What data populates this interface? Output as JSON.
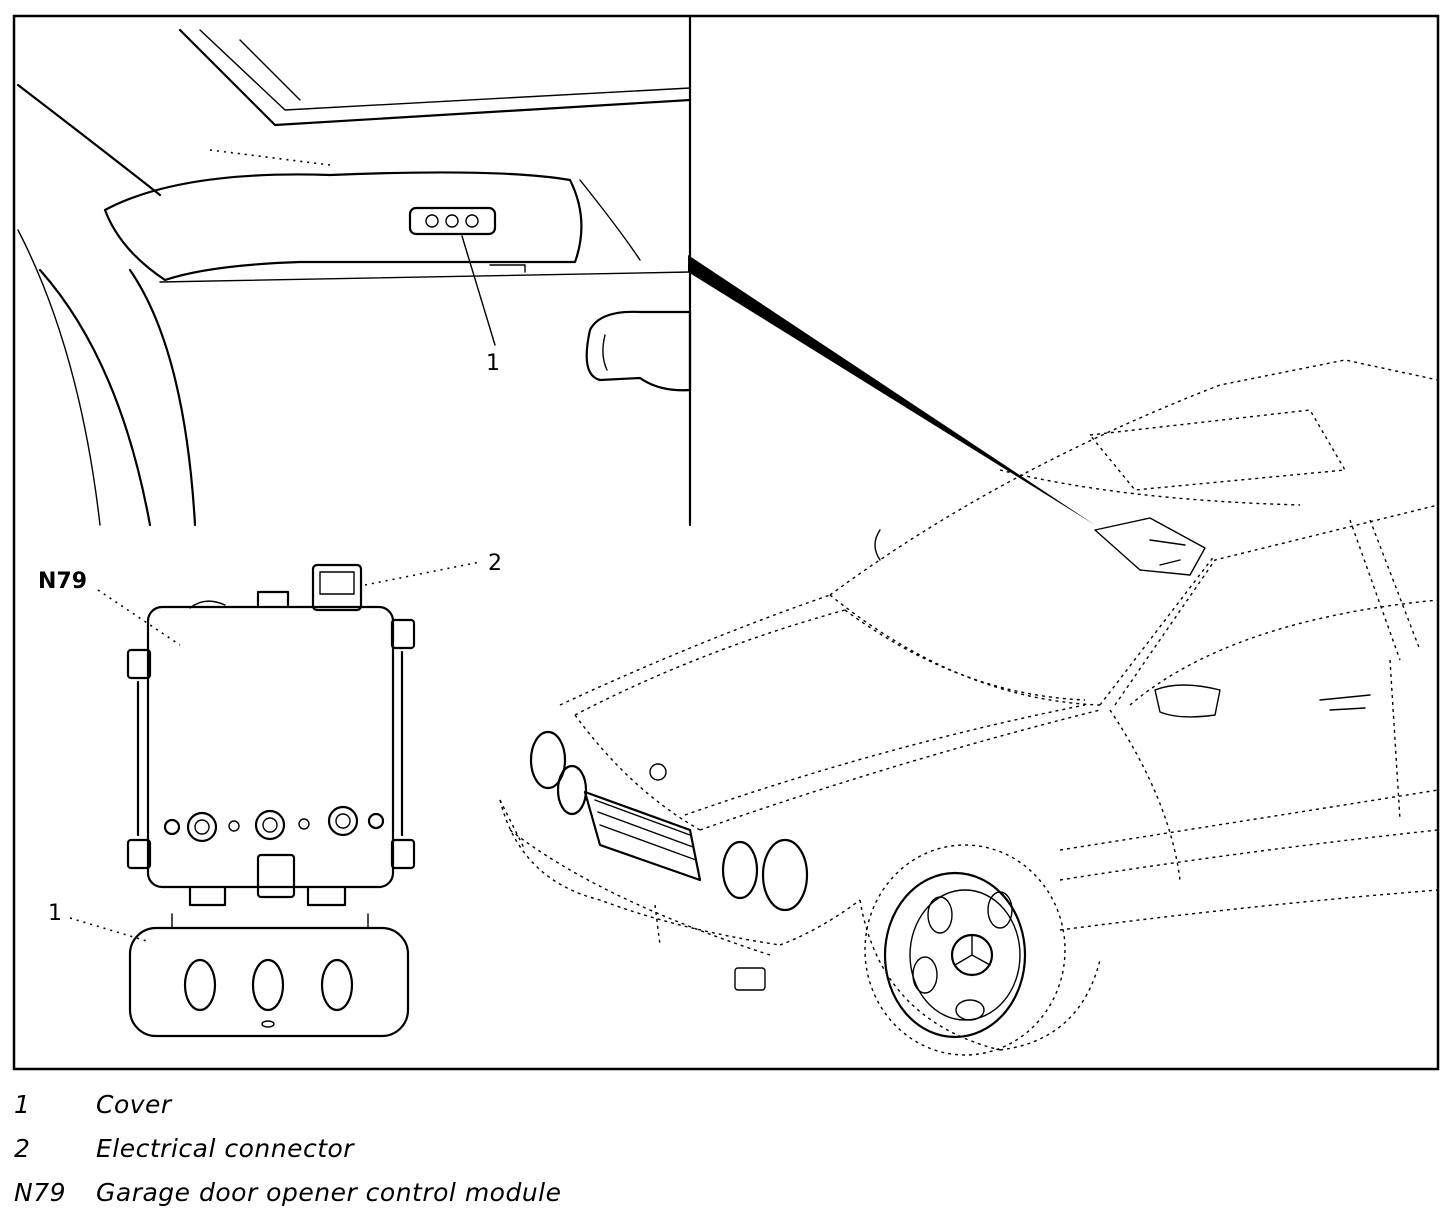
{
  "callouts": {
    "detail_cover": "1",
    "connector": "2",
    "module": "N79",
    "cover": "1"
  },
  "legend": [
    {
      "key": "1",
      "text": "Cover"
    },
    {
      "key": "2",
      "text": "Electrical connector"
    },
    {
      "key": "N79",
      "text": "Garage door opener control module"
    }
  ],
  "colors": {
    "line": "#000000",
    "background": "#ffffff"
  }
}
